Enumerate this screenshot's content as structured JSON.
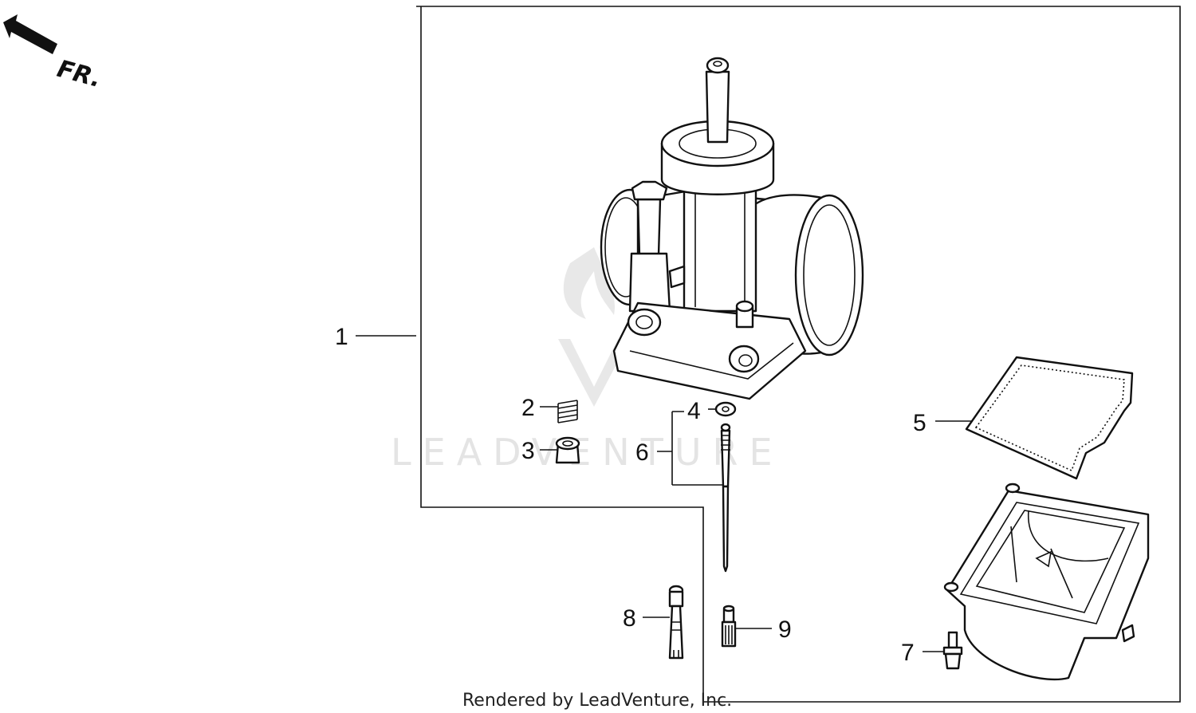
{
  "direction": {
    "label": "FR.",
    "icon": "front-arrow-icon"
  },
  "callouts": [
    {
      "number": "1",
      "part": "carburetor-assembly"
    },
    {
      "number": "2",
      "part": "spring"
    },
    {
      "number": "3",
      "part": "cap"
    },
    {
      "number": "4",
      "part": "clip"
    },
    {
      "number": "5",
      "part": "float-chamber-gasket"
    },
    {
      "number": "6",
      "part": "jet-needle-set"
    },
    {
      "number": "7",
      "part": "screw"
    },
    {
      "number": "8",
      "part": "needle-jet-holder"
    },
    {
      "number": "9",
      "part": "jet"
    }
  ],
  "watermark": "LEADVENTURE",
  "credit": "Rendered by LeadVenture, Inc."
}
